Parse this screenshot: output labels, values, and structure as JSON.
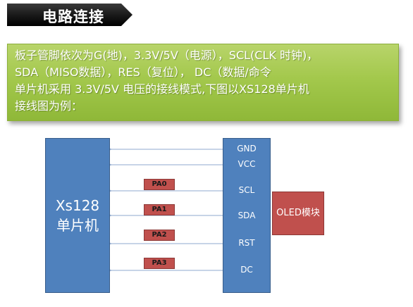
{
  "header": {
    "title": "电路连接"
  },
  "description": {
    "lines": [
      "板子管脚依次为G(地)，3.3V/5V（电源），SCL(CLK 时钟)，",
      "SDA（MISO数据），RES（复位），  DC（数据/命令",
      "单片机采用 3.3V/5V 电压的接线模式,下图以XS128单片机",
      "接线图为例："
    ]
  },
  "diagram": {
    "mcu": {
      "line1": "Xs128",
      "line2": "单片机"
    },
    "oled": {
      "label": "OLED模块"
    },
    "pins": [
      "GND",
      "VCC",
      "SCL",
      "SDA",
      "RST",
      "DC"
    ],
    "port_labels": [
      "PA0",
      "PA1",
      "PA2",
      "PA3"
    ]
  }
}
